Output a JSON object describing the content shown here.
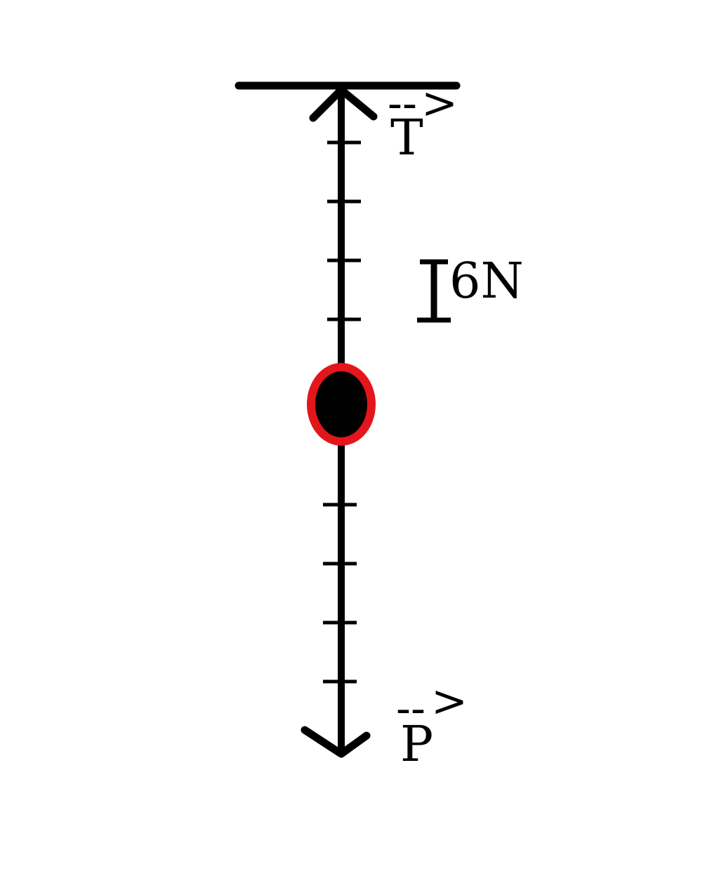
{
  "colors": {
    "ink": "#000000",
    "body_outline": "#e3161c",
    "body_fill": "#000000",
    "background": "#ffffff"
  },
  "vectors": {
    "upper": {
      "letter": "T",
      "arrow_mark": "--",
      "arrow_tip": ">"
    },
    "lower": {
      "letter": "P",
      "arrow_mark": "--",
      "arrow_tip": ">"
    }
  },
  "scale": {
    "label": "6N"
  },
  "forces": {
    "tension_units": 5,
    "weight_units": 6
  }
}
